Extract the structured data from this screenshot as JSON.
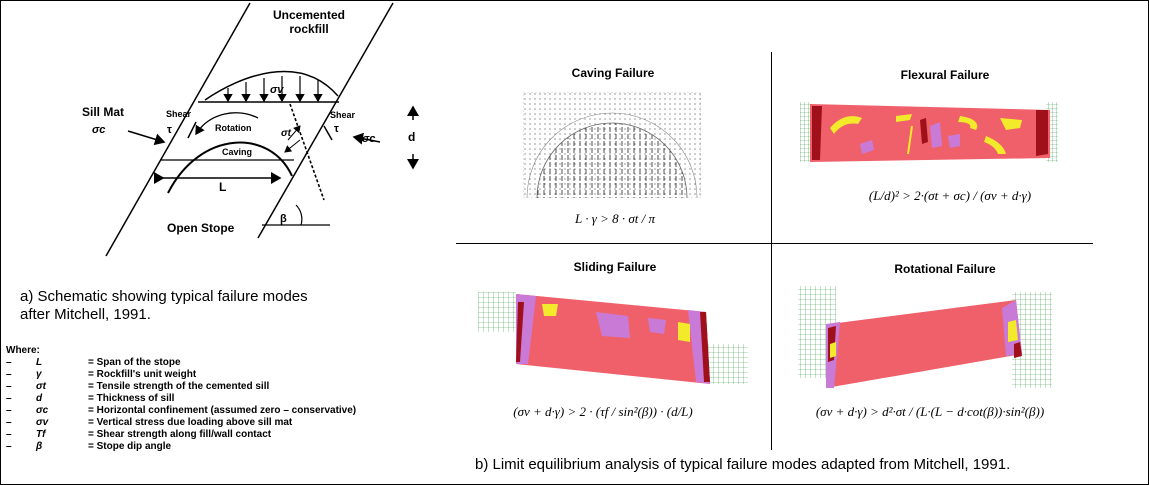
{
  "schematic": {
    "top_label_line1": "Uncemented",
    "top_label_line2": "rockfill",
    "sill_mat_label": "Sill Mat",
    "sigma_c": "σc",
    "tau": "τ",
    "shear_left": "Shear",
    "shear_right": "Shear",
    "sigma_v": "σv",
    "sigma_t": "σt",
    "rotation_label": "Rotation",
    "caving_label": "Caving",
    "span_label": "L",
    "depth_label": "d",
    "open_stope_label": "Open Stope",
    "beta_label": "β"
  },
  "caption_a_line1": "a) Schematic showing typical failure modes",
  "caption_a_line2": "after Mitchell, 1991.",
  "legend": {
    "title": "Where:",
    "items": [
      {
        "dash": "–",
        "symbol": "L",
        "desc": "= Span of the stope"
      },
      {
        "dash": "–",
        "symbol": "γ",
        "desc": "= Rockfill's unit weight"
      },
      {
        "dash": "–",
        "symbol": "σt",
        "desc": "= Tensile strength of the cemented sill"
      },
      {
        "dash": "–",
        "symbol": "d",
        "desc": "= Thickness of sill"
      },
      {
        "dash": "–",
        "symbol": "σc",
        "desc": "= Horizontal confinement (assumed zero – conservative)"
      },
      {
        "dash": "–",
        "symbol": "σv",
        "desc": "= Vertical stress due loading above sill mat"
      },
      {
        "dash": "–",
        "symbol": "Tf",
        "desc": "= Shear strength along fill/wall contact"
      },
      {
        "dash": "–",
        "symbol": "β",
        "desc": "= Stope dip angle"
      }
    ]
  },
  "quadrants": {
    "caving": {
      "title": "Caving Failure",
      "formula": "L · γ > 8 · σt / π"
    },
    "flexural": {
      "title": "Flexural Failure",
      "formula": "(L/d)² > 2·(σt + σc) / (σv + d·γ)"
    },
    "sliding": {
      "title": "Sliding Failure",
      "formula": "(σv + d·γ) > 2 · (τf / sin²(β)) · (d/L)"
    },
    "rotational": {
      "title": "Rotational Failure",
      "formula": "(σv + d·γ) > d²·σt / (L·(L − d·cot(β))·sin²(β))"
    }
  },
  "caption_b": "b) Limit equilibrium analysis of typical failure modes adapted from Mitchell, 1991.",
  "colors": {
    "fill_red": "#f0606a",
    "fill_purple": "#c87ad6",
    "fill_yellow": "#f2ea2a",
    "fill_dark": "#a0101a",
    "mesh_green": "#3c9a4a"
  }
}
